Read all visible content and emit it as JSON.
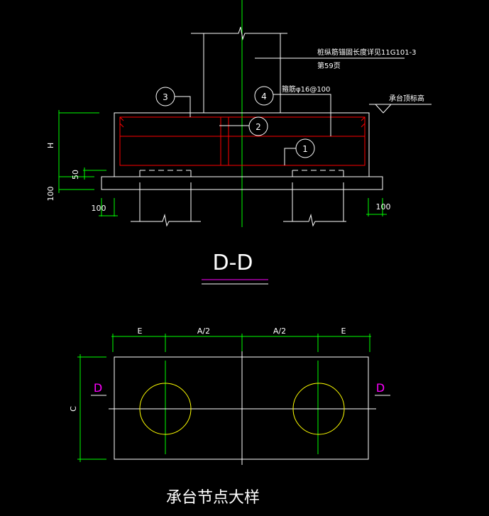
{
  "section_title": "D-D",
  "plan_title": "承台节点大样",
  "notes": {
    "anchorage": "桩纵筋锚固长度详见11G101-3",
    "page_ref": "第59页",
    "stirrup": "箍筋φ16@100",
    "cap_top_elevation": "承台顶标高"
  },
  "markers": [
    "1",
    "2",
    "3",
    "4"
  ],
  "dimensions": {
    "height": "H",
    "d50": "50",
    "d100_vertical": "100",
    "d100_left": "100",
    "d100_right": "100",
    "top": [
      "E",
      "A/2",
      "A/2",
      "E"
    ],
    "side": "C"
  },
  "section_labels": [
    "D",
    "D"
  ],
  "colors": {
    "line": "#ffffff",
    "rebar": "#ff0000",
    "dimension": "#00ff00",
    "section": "#ff00ff",
    "pile": "#ffff00"
  }
}
